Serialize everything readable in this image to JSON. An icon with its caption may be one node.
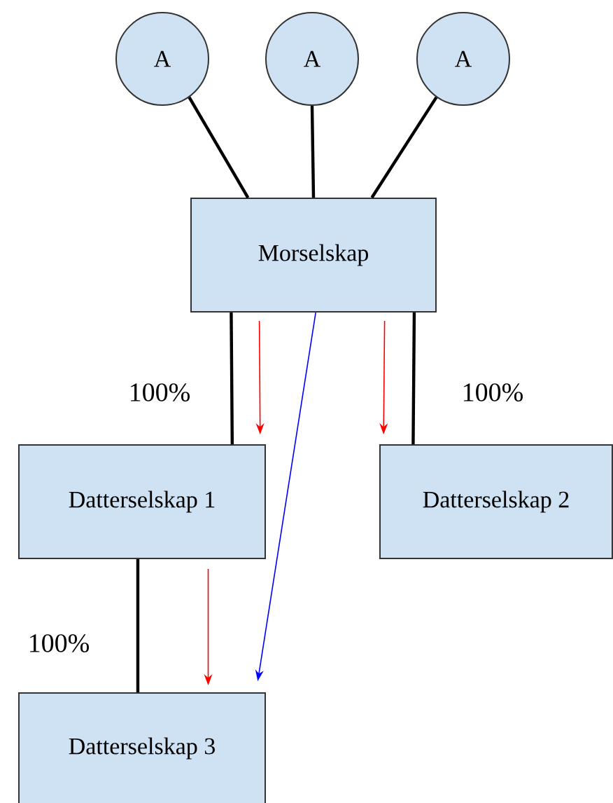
{
  "diagram": {
    "nodes": [
      {
        "text": [
          "A"
        ]
      },
      {
        "text": [
          "A"
        ]
      },
      {
        "text": [
          "A"
        ]
      },
      {
        "text": [
          "Morselskap"
        ]
      },
      {
        "text": [
          "Datterselskap 1"
        ]
      },
      {
        "text": [
          "Datterselskap 2"
        ]
      },
      {
        "text": [
          "Datterselskap 3"
        ]
      }
    ],
    "edges": [
      {
        "from": 0,
        "to": 3,
        "arrow": "none"
      },
      {
        "from": 1,
        "to": 3,
        "arrow": "none"
      },
      {
        "from": 2,
        "to": 3,
        "arrow": "none"
      },
      {
        "from": 3,
        "to": 4,
        "arrow": "none",
        "label": "100%"
      },
      {
        "from": 3,
        "to": 5,
        "arrow": "none",
        "label": "100%"
      },
      {
        "from": 4,
        "to": 6,
        "arrow": "none",
        "label": "100%"
      },
      {
        "from": 3,
        "to": 4,
        "arrow": "to",
        "color": "#ff0000"
      },
      {
        "from": 3,
        "to": 5,
        "arrow": "to",
        "color": "#ff0000"
      },
      {
        "from": 4,
        "to": 6,
        "arrow": "to",
        "color": "#ff0000"
      },
      {
        "from": 3,
        "to": 6,
        "arrow": "to",
        "color": "#0000ff"
      }
    ]
  }
}
